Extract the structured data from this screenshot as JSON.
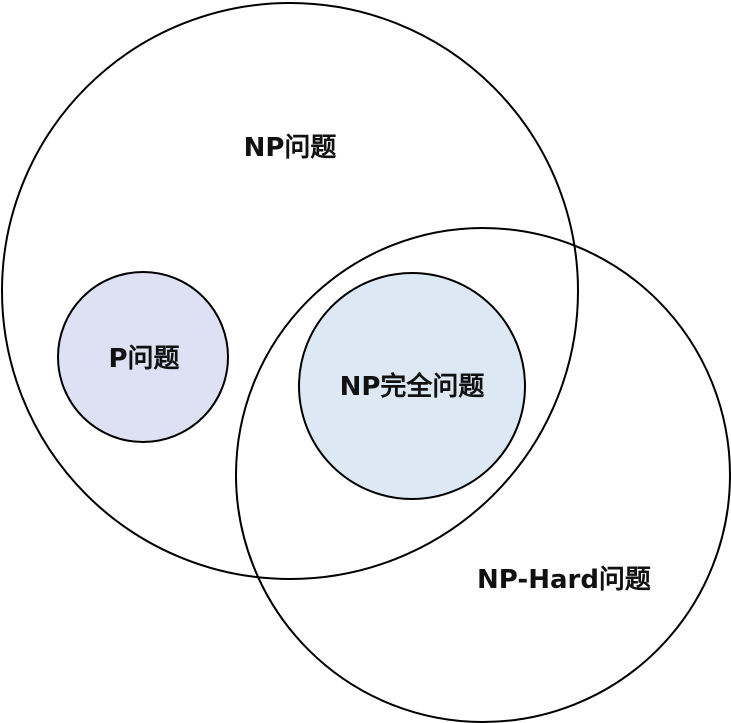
{
  "diagram": {
    "regions": {
      "np": {
        "label": "NP问题"
      },
      "np_hard": {
        "label": "NP-Hard问题"
      },
      "p": {
        "label": "P问题",
        "fill": "#dde1f3"
      },
      "np_complete": {
        "label": "NP完全问题",
        "fill": "#dde8f5"
      }
    },
    "colors": {
      "outline": "#000000",
      "text": "#111111",
      "background": "#ffffff"
    }
  }
}
